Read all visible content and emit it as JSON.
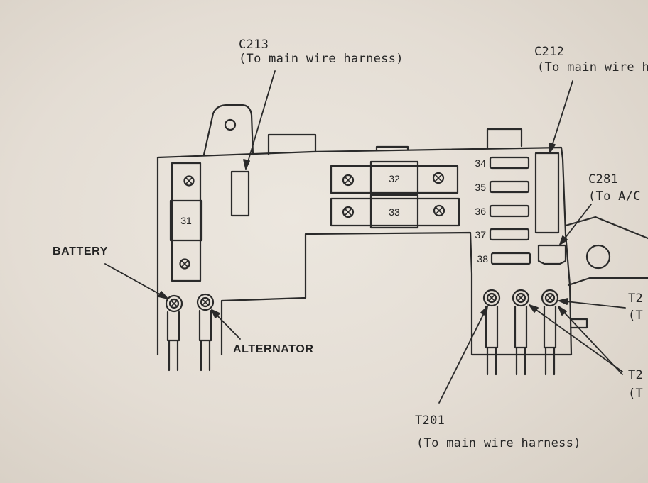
{
  "fuses": [
    "31",
    "32",
    "33",
    "34",
    "35",
    "36",
    "37",
    "38"
  ],
  "labels": {
    "c213": "C213",
    "c213_sub": "(To main wire harness)",
    "c212": "C212",
    "c212_sub": "(To main wire ha",
    "c281": "C281",
    "c281_sub": "(To A/C",
    "battery": "BATTERY",
    "alternator": "ALTERNATOR",
    "t201": "T201",
    "t201_sub": "(To main wire harness)",
    "t2_upper": "T2",
    "t2_upper_sub": "(T",
    "t2_lower": "T2",
    "t2_lower_sub": "(T"
  }
}
